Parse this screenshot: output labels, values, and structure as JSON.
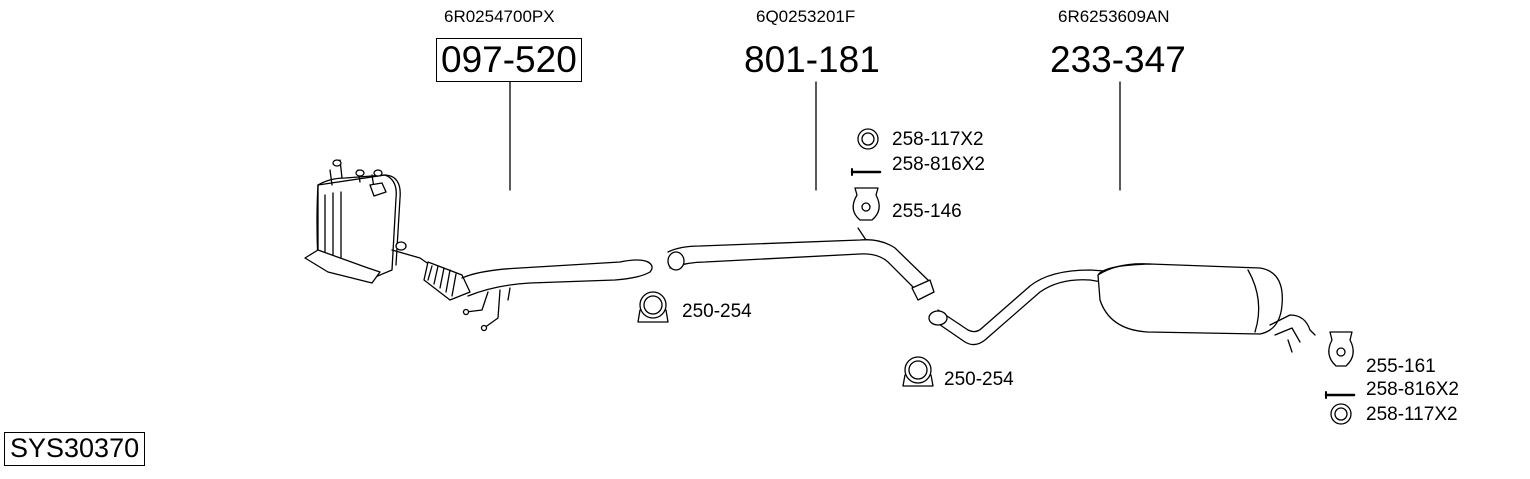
{
  "system_code": "SYS30370",
  "parts": [
    {
      "oem": "6R0254700PX",
      "number": "097-520",
      "boxed": true
    },
    {
      "oem": "6Q0253201F",
      "number": "801-181",
      "boxed": false
    },
    {
      "oem": "6R6253609AN",
      "number": "233-347",
      "boxed": false
    }
  ],
  "accessories": {
    "clamp_1": "250-254",
    "clamp_2": "250-254",
    "mid_ring": "258-117X2",
    "mid_bolt": "258-816X2",
    "mid_hanger": "255-146",
    "rear_hanger": "255-161",
    "rear_bolt": "258-816X2",
    "rear_ring": "258-117X2"
  }
}
